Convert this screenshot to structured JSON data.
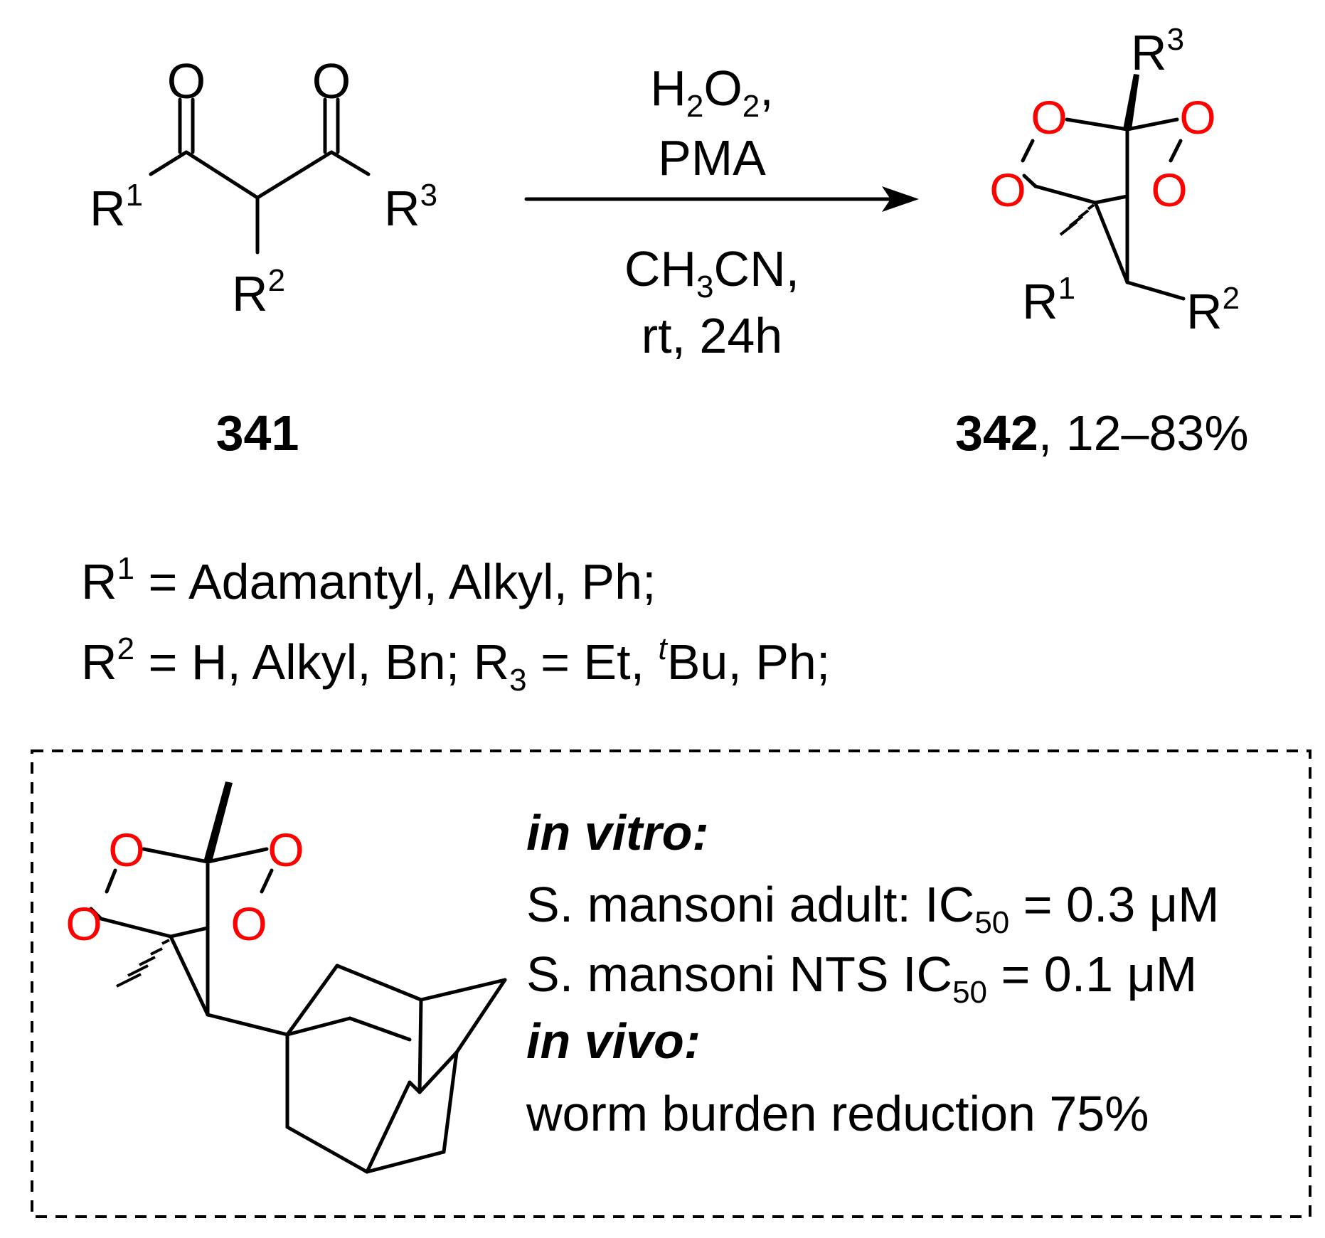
{
  "colors": {
    "oxygen": "#ff0000",
    "ink": "#000000",
    "box_border": "#000000"
  },
  "reactant": {
    "id": "341",
    "atoms": {
      "o_left": "O",
      "o_right": "O"
    },
    "r1": "R",
    "r1_sup": "1",
    "r2": "R",
    "r2_sup": "2",
    "r3": "R",
    "r3_sup": "3"
  },
  "conditions": {
    "above_line1_a": "H",
    "above_line1_sub1": "2",
    "above_line1_b": "O",
    "above_line1_sub2": "2",
    "above_line1_c": ",",
    "above_line2": "PMA",
    "below_line1_a": "CH",
    "below_line1_sub": "3",
    "below_line1_b": "CN,",
    "below_line2": "rt, 24h"
  },
  "product": {
    "id": "342",
    "yield": ", 12–83%",
    "oxygen_label": "O",
    "r1": "R",
    "r1_sup": "1",
    "r2": "R",
    "r2_sup": "2",
    "r3": "R",
    "r3_sup": "3"
  },
  "substituents": {
    "line1_r": "R",
    "line1_sup": "1",
    "line1_text": " =  Adamantyl, Alkyl, Ph;",
    "line2_r": "R",
    "line2_sup": "2",
    "line2_text_a": " = H, Alkyl, Bn; R",
    "line2_sub": "3",
    "line2_text_b": " = Et, ",
    "line2_t": "t",
    "line2_text_c": "Bu, Ph;"
  },
  "activity_box": {
    "compound_oxygen_label": "O",
    "in_vitro_heading": "in vitro:",
    "adult_prefix": "S. mansoni adult: IC",
    "adult_sub": "50",
    "adult_value": " = 0.3 μM",
    "nts_prefix": "S. mansoni NTS IC",
    "nts_sub": "50",
    "nts_value": " = 0.1 μM",
    "in_vivo_heading": "in vivo:",
    "in_vivo_result": "worm burden reduction 75%"
  }
}
